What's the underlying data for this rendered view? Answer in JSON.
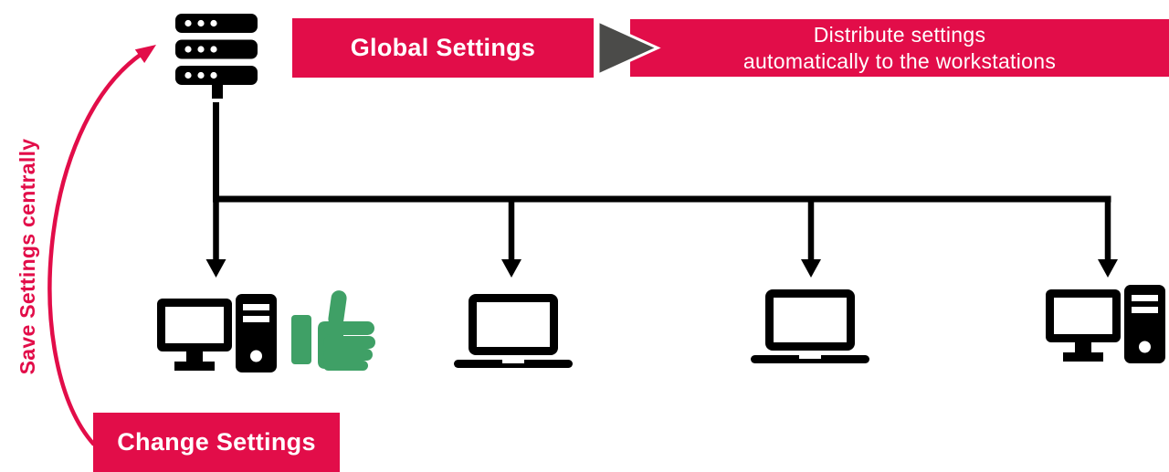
{
  "title": "Central settings distribution diagram",
  "left_column": {
    "vertical_label": "Save Settings centrally",
    "change_banner_label": "Change Settings"
  },
  "header_flow": {
    "global_banner_label": "Global Settings",
    "arrow_icon": "right-triangle-arrow",
    "distribute_banner_line1": "Distribute settings",
    "distribute_banner_line2": "automatically to the workstations"
  },
  "network": {
    "source_icon": "server-rack",
    "workstations": [
      {
        "type": "desktop-computer",
        "extra": "thumbs-up-approval"
      },
      {
        "type": "laptop"
      },
      {
        "type": "laptop"
      },
      {
        "type": "desktop-computer"
      }
    ]
  },
  "colors": {
    "accent_red": "#E20D49",
    "arrow_triangle_gray": "#4B4B49",
    "thumbs_up_green": "#3FA066",
    "icon_black": "#000000",
    "background": "#FFFFFF",
    "banner_text": "#FFFFFF"
  }
}
